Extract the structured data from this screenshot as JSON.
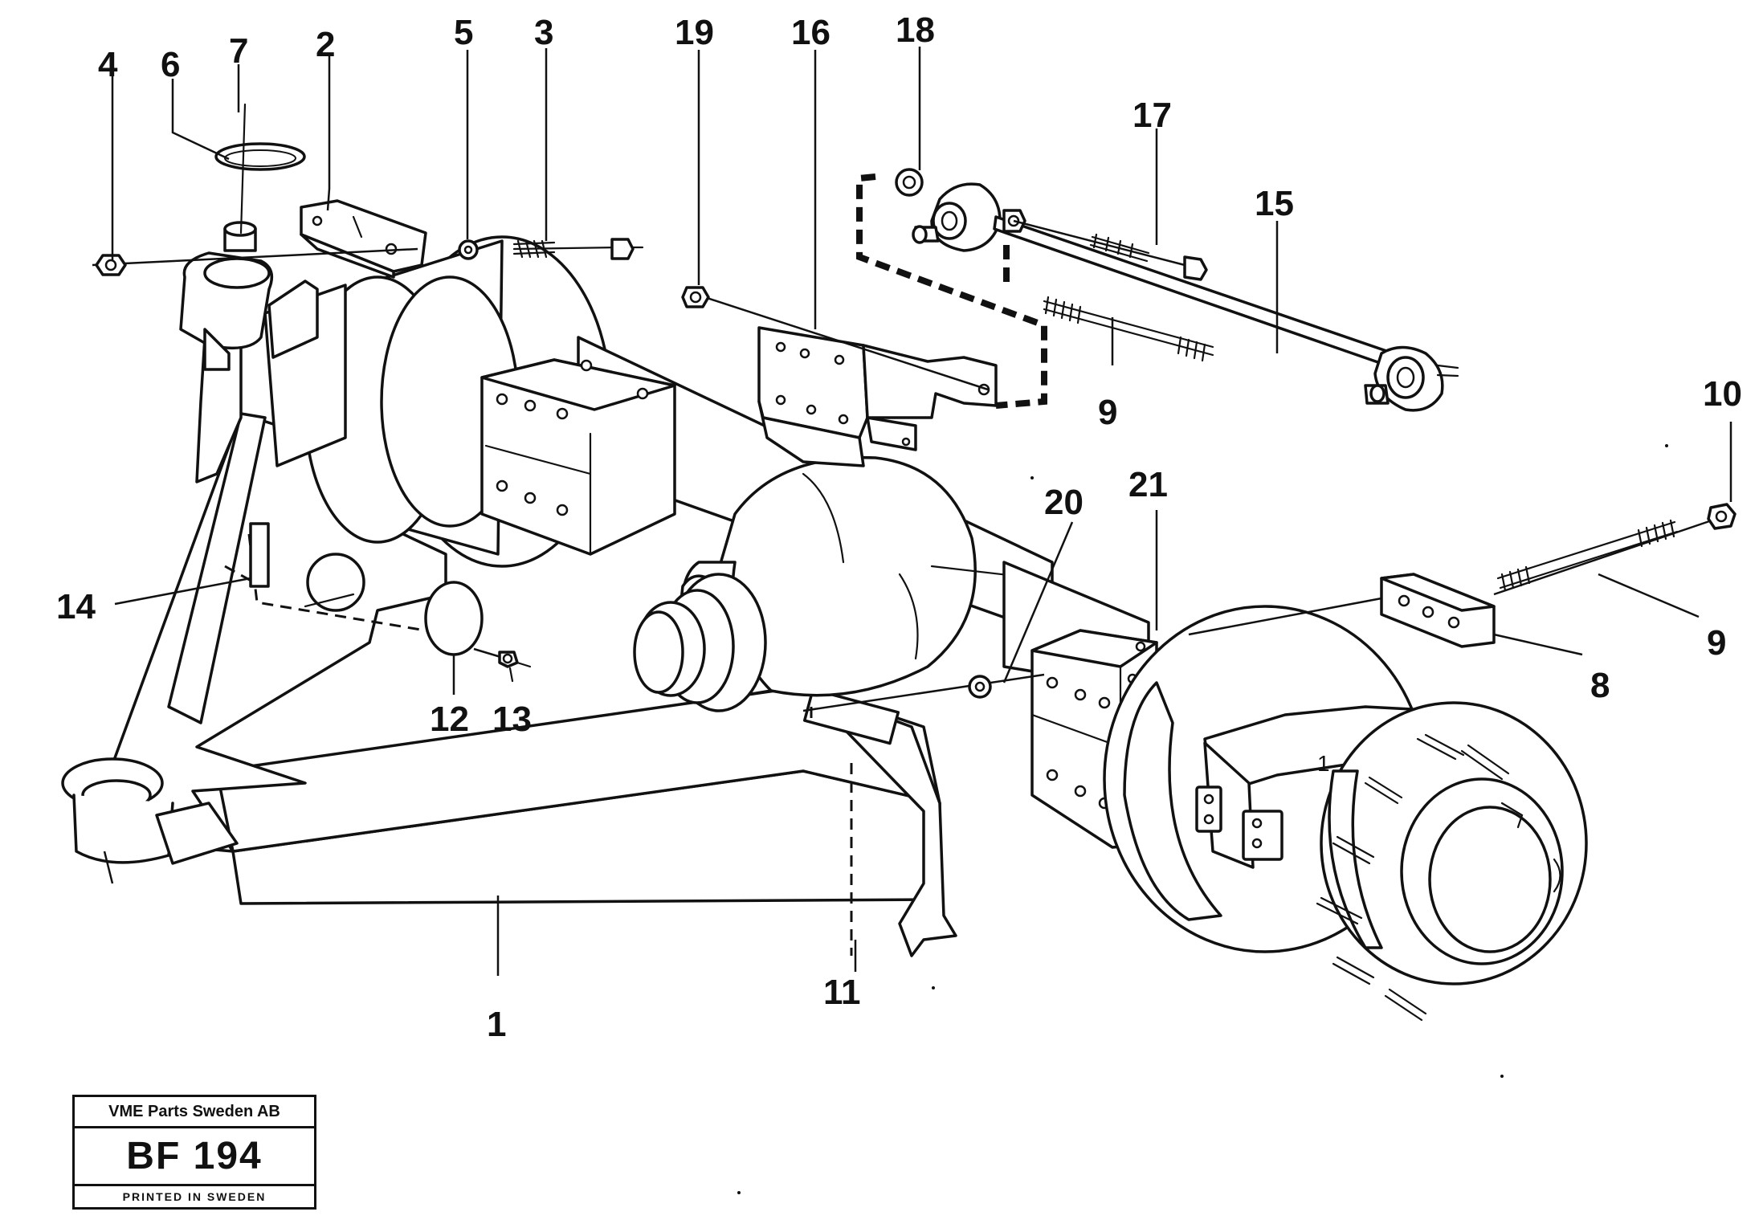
{
  "title_block": {
    "company": "VME Parts Sweden AB",
    "code": "BF 194",
    "printed": "PRINTED IN SWEDEN"
  },
  "callouts": [
    {
      "id": "1",
      "label": "1"
    },
    {
      "id": "2",
      "label": "2"
    },
    {
      "id": "3",
      "label": "3"
    },
    {
      "id": "4",
      "label": "4"
    },
    {
      "id": "5",
      "label": "5"
    },
    {
      "id": "6",
      "label": "6"
    },
    {
      "id": "7",
      "label": "7"
    },
    {
      "id": "8",
      "label": "8"
    },
    {
      "id": "9a",
      "label": "9"
    },
    {
      "id": "9b",
      "label": "9"
    },
    {
      "id": "10",
      "label": "10"
    },
    {
      "id": "11",
      "label": "11"
    },
    {
      "id": "12",
      "label": "12"
    },
    {
      "id": "13",
      "label": "13"
    },
    {
      "id": "14",
      "label": "14"
    },
    {
      "id": "15",
      "label": "15"
    },
    {
      "id": "16",
      "label": "16"
    },
    {
      "id": "17",
      "label": "17"
    },
    {
      "id": "18",
      "label": "18"
    },
    {
      "id": "19",
      "label": "19"
    },
    {
      "id": "20",
      "label": "20"
    },
    {
      "id": "21",
      "label": "21"
    }
  ]
}
